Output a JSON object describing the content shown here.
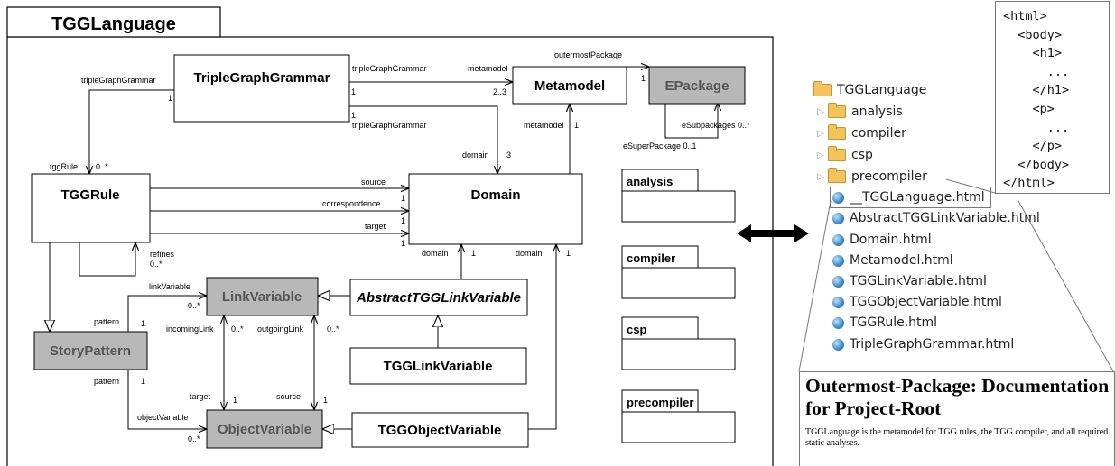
{
  "diagram": {
    "package_title": "TGGLanguage",
    "classes": {
      "triple_graph_grammar": "TripleGraphGrammar",
      "metamodel": "Metamodel",
      "epackage": "EPackage",
      "tgg_rule": "TGGRule",
      "domain": "Domain",
      "link_variable": "LinkVariable",
      "abstract_tgg_link_variable": "AbstractTGGLinkVariable",
      "story_pattern": "StoryPattern",
      "tgg_link_variable": "TGGLinkVariable",
      "object_variable": "ObjectVariable",
      "tgg_object_variable": "TGGObjectVariable"
    },
    "packages": [
      "analysis",
      "compiler",
      "csp",
      "precompiler"
    ],
    "labels": {
      "tgg_rule_role_top": "tripleGraphGrammar",
      "one_tgg_top": "1",
      "tgg_rule_role": "tggRule",
      "zero_many_tggrule": "0..*",
      "tgg_to_meta_role": "tripleGraphGrammar",
      "metamodel_role": "metamodel",
      "one_tgg_meta": "1",
      "two_three": "2..3",
      "one_tgg_low": "1",
      "tgg_domain_role": "tripleGraphGrammar",
      "outermost_package": "outermostPackage",
      "one_outermost": "1",
      "esub_packages": "eSubpackages 0..*",
      "esuper_package": "eSuperPackage 0..1",
      "metamodel_role_2": "metamodel",
      "one_metamodel": "1",
      "domain_role": "domain",
      "three": "3",
      "source": "source",
      "correspondence": "correspondence",
      "target": "target",
      "one_src": "1",
      "one_corr": "1",
      "one_tgt": "1",
      "refines": "refines",
      "zero_many_refines": "0..*",
      "domain_role_alv": "domain",
      "one_alv": "1",
      "domain_role_tov": "domain",
      "one_tov": "1",
      "link_variable_role": "linkVariable",
      "zero_many_lv": "0..*",
      "pattern_top": "pattern",
      "one_pattern_top": "1",
      "incoming_link": "incomingLink",
      "zero_many_in": "0..*",
      "outgoing_link": "outgoingLink",
      "zero_many_out": "0..*",
      "pattern_bottom": "pattern",
      "one_pattern_bottom": "1",
      "target_role": "target",
      "one_target": "1",
      "source_role": "source",
      "one_source": "1",
      "object_variable_role": "objectVariable",
      "zero_many_ov": "0..*"
    }
  },
  "file_tree": {
    "root": "TGGLanguage",
    "folders": [
      "analysis",
      "compiler",
      "csp",
      "precompiler"
    ],
    "files": [
      "__TGGLanguage.html",
      "AbstractTGGLinkVariable.html",
      "Domain.html",
      "Metamodel.html",
      "TGGLinkVariable.html",
      "TGGObjectVariable.html",
      "TGGRule.html",
      "TripleGraphGrammar.html"
    ]
  },
  "code_snippet": "<html>\n  <body>\n    <h1>\n      ...\n    </h1>\n    <p>\n      ...\n    </p>\n  </body>\n</html>",
  "doc_page": {
    "title": "Outermost-Package: Documentation for Project-Root",
    "text": "TGGLanguage is the metamodel for TGG rules, the TGG compiler, and all required static analyses."
  },
  "colors": {
    "grey_class": "#b8b8b8",
    "grey_text": "#555555",
    "line": "#000000"
  }
}
